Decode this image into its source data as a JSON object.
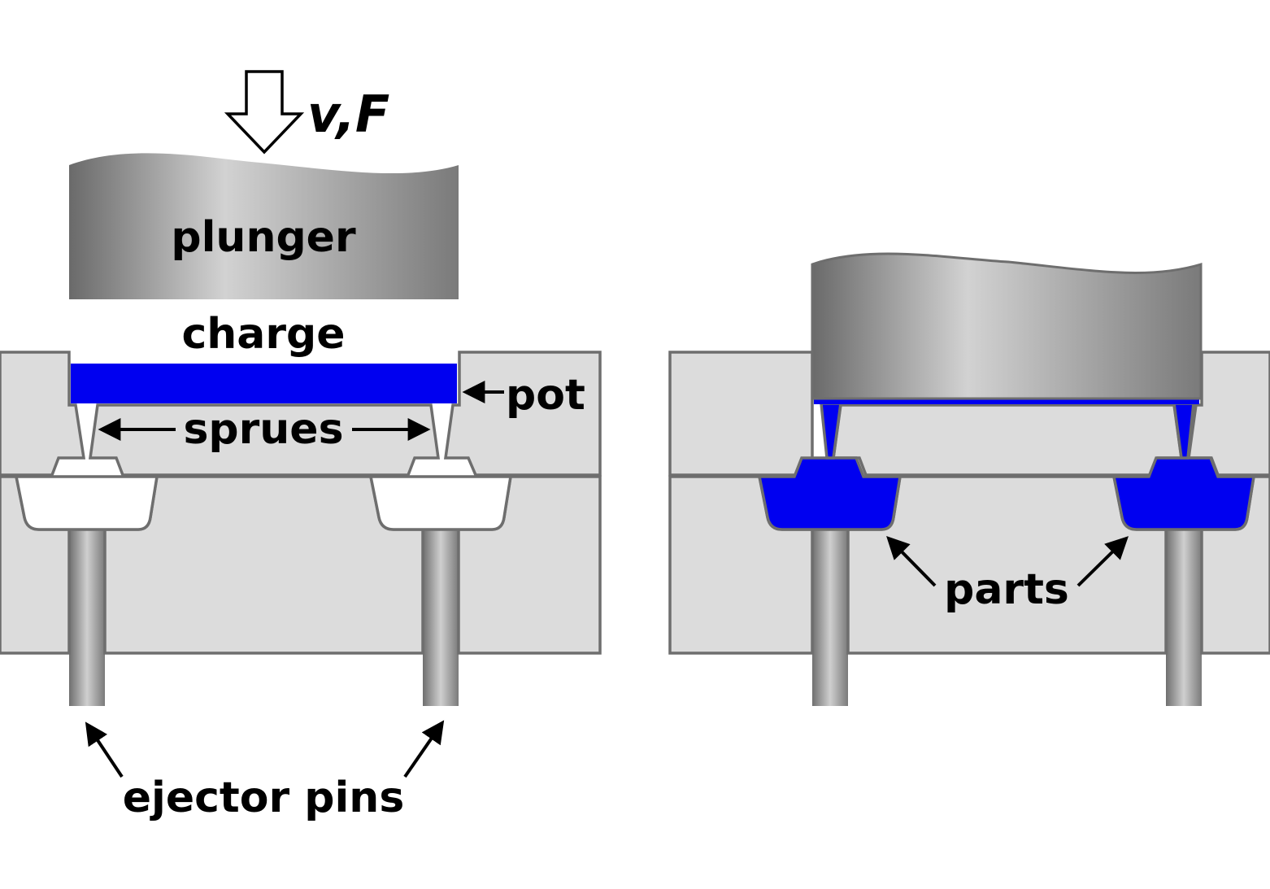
{
  "labels": {
    "force": "v,F",
    "plunger": "plunger",
    "charge": "charge",
    "pot": "pot",
    "sprues": "sprues",
    "ejector_pins": "ejector pins",
    "parts": "parts"
  },
  "colors": {
    "mold": "#dcdcdc",
    "mold_outline": "#6e6e6e",
    "material": "#0000f0",
    "plunger_dark": "#6a6a6a",
    "plunger_light": "#d2d2d2",
    "text": "#000000"
  }
}
